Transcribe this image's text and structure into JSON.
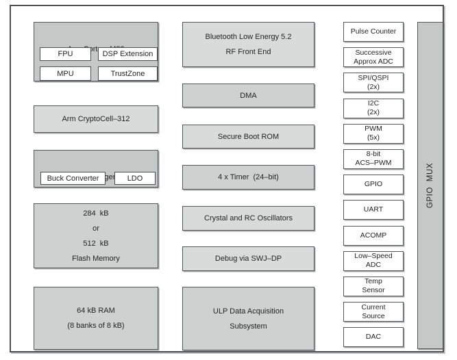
{
  "diagram": {
    "type": "soc-block-diagram",
    "palette": {
      "block_gray": "#c6c8c7",
      "block_mid": "#cfd1d0",
      "block_light": "#d9dbda",
      "block_white": "#ffffff",
      "border": "#55585b",
      "text": "#212121"
    },
    "left_column": {
      "cortex": {
        "label": "Arm Cortex–M33",
        "sub_blocks": [
          {
            "label": "FPU"
          },
          {
            "label": "DSP Extension"
          },
          {
            "label": "MPU"
          },
          {
            "label": "TrustZone"
          }
        ]
      },
      "cryptocell": {
        "label": "Arm CryptoCell–312"
      },
      "power": {
        "label": "Power Management",
        "sub_blocks": [
          {
            "label": "Buck Converter"
          },
          {
            "label": "LDO"
          }
        ]
      },
      "flash": {
        "label": "284  kB\nor\n512  kB\nFlash Memory"
      },
      "ram": {
        "label": "64 kB RAM\n(8 banks of 8 kB)"
      }
    },
    "middle_column": {
      "blocks": [
        {
          "label": "Bluetooth Low Energy 5.2\nRF Front End"
        },
        {
          "label": "DMA"
        },
        {
          "label": "Secure Boot ROM"
        },
        {
          "label": "4 x Timer  (24–bit)"
        },
        {
          "label": "Crystal and RC Oscillators"
        },
        {
          "label": "Debug via SWJ–DP"
        },
        {
          "label": "ULP Data Acquisition\nSubsystem"
        }
      ]
    },
    "right_column": {
      "blocks": [
        {
          "label": "Pulse Counter"
        },
        {
          "label": "Successive\nApprox ADC"
        },
        {
          "label": "SPI/QSPI\n(2x)"
        },
        {
          "label": "I2C\n(2x)"
        },
        {
          "label": "PWM\n(5x)"
        },
        {
          "label": "8-bit\nACS–PWM"
        },
        {
          "label": "GPIO"
        },
        {
          "label": "UART"
        },
        {
          "label": "ACOMP"
        },
        {
          "label": "Low–Speed\nADC"
        },
        {
          "label": "Temp\nSensor"
        },
        {
          "label": "Current\nSource"
        },
        {
          "label": "DAC"
        }
      ]
    },
    "gpio_mux": {
      "label": "GPIO MUX"
    }
  }
}
